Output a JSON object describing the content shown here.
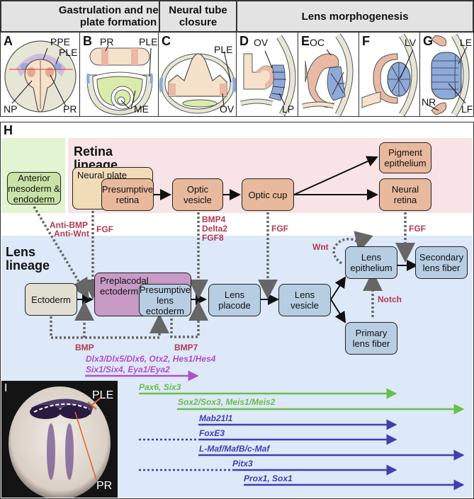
{
  "headers": [
    {
      "id": "gastrulation",
      "label": "Gastrulation and neural plate formation"
    },
    {
      "id": "neural-tube",
      "label": "Neural tube closure"
    },
    {
      "id": "lens-morph",
      "label": "Lens morphogenesis"
    }
  ],
  "panels": {
    "A": {
      "letter": "A",
      "labels": [
        "PPE",
        "PLE",
        "NP",
        "PR"
      ]
    },
    "B": {
      "letter": "B",
      "labels": [
        "PR",
        "PLE",
        "ME"
      ]
    },
    "C": {
      "letter": "C",
      "labels": [
        "PLE",
        "OV"
      ]
    },
    "D": {
      "letter": "D",
      "labels": [
        "OV",
        "LP"
      ]
    },
    "E": {
      "letter": "E",
      "labels": [
        "OC"
      ]
    },
    "F": {
      "letter": "F",
      "labels": [
        "LV"
      ]
    },
    "G": {
      "letter": "G",
      "labels": [
        "LE",
        "NR",
        "LF"
      ]
    }
  },
  "panel_h": {
    "letter": "H",
    "retina_lineage": "Retina lineage",
    "lens_lineage": "Lens lineage",
    "nodes": {
      "anterior_mesoderm": "Anterior mesoderm & endoderm",
      "neural_plate": "Neural plate",
      "presumptive_retina": "Presumptive retina",
      "optic_vesicle": "Optic vesicle",
      "optic_cup": "Optic cup",
      "pigment_epithelium": "Pigment epithelium",
      "neural_retina": "Neural retina",
      "ectoderm": "Ectoderm",
      "preplacodal_ectoderm": "Preplacodal ectoderm",
      "presumptive_lens_ectoderm": "Presumptive lens ectoderm",
      "lens_placode": "Lens placode",
      "lens_vesicle": "Lens vesicle",
      "lens_epithelium": "Lens epithelium",
      "primary_lens_fiber": "Primary lens fiber",
      "secondary_lens_fiber": "Secondary lens fiber"
    },
    "signals": {
      "anti_bmp": "Anti-BMP",
      "anti_wnt": "Anti-Wnt",
      "fgf_neural": "FGF",
      "bmp4": "BMP4",
      "delta2": "Delta2",
      "fgf8": "FGF8",
      "fgf_cup": "FGF",
      "fgf_retina": "FGF",
      "wnt": "Wnt",
      "notch": "Notch",
      "bmp": "BMP",
      "bmp7": "BMP7"
    },
    "genes": [
      {
        "label": "Dlx3/Dlx5/Dlx6, Otx2, Hes1/Hes4",
        "color": "#b04fc8"
      },
      {
        "label": "Six1/Six4, Eya1/Eya2",
        "color": "#b04fc8"
      },
      {
        "label": "Pax6, Six3",
        "color": "#6abf4b"
      },
      {
        "label": "Sox2/Sox3, Meis1/Meis2",
        "color": "#6abf4b"
      },
      {
        "label": "Mab21l1",
        "color": "#3f3fb0"
      },
      {
        "label": "FoxE3",
        "color": "#3f3fb0"
      },
      {
        "label": "L-Maf/MafB/c-Maf",
        "color": "#3f3fb0"
      },
      {
        "label": "Pitx3",
        "color": "#3f3fb0"
      },
      {
        "label": "Prox1, Sox1",
        "color": "#3f3fb0"
      }
    ]
  },
  "panel_i": {
    "letter": "I",
    "labels": [
      "PLE",
      "PR"
    ]
  },
  "colors": {
    "retina_bg": "#f8e4e6",
    "lens_bg": "#dde8f8",
    "mesoderm_bg": "#e2f4d2",
    "signal_red": "#b23a50",
    "node_orange": "#e8b99c",
    "node_blue": "#b7cde2"
  }
}
